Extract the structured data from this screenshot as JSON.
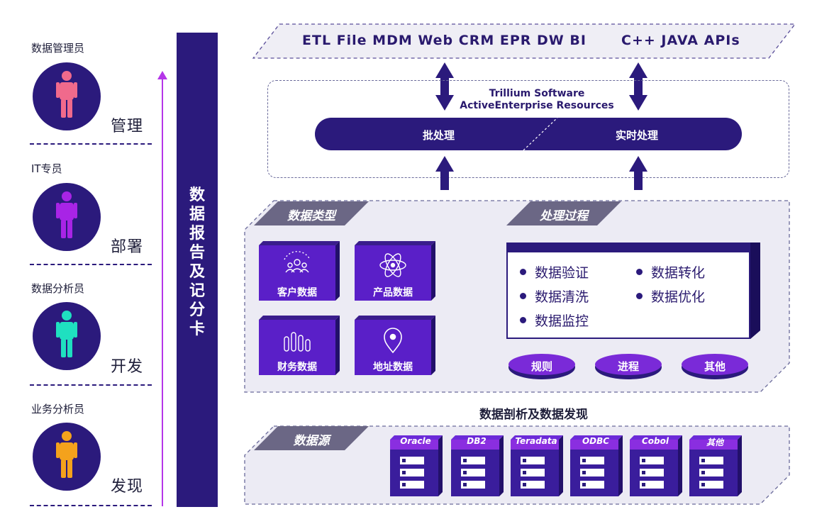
{
  "roles": [
    {
      "title": "数据管理员",
      "action": "管理",
      "color": "#f06a8c"
    },
    {
      "title": "IT专员",
      "action": "部署",
      "color": "#a824e6"
    },
    {
      "title": "数据分析员",
      "action": "开发",
      "color": "#1fe0c0"
    },
    {
      "title": "业务分析员",
      "action": "发现",
      "color": "#f4a21c"
    }
  ],
  "vertical_bar": {
    "label": "数据报告及记分卡"
  },
  "top_band": {
    "left_text": "ETL  File  MDM  Web  CRM  EPR  DW  BI",
    "right_text": "C++  JAVA  APIs"
  },
  "trillium": {
    "line1": "Trillium Software",
    "line2": "ActiveEnterprise Resources"
  },
  "pill": {
    "left": "批处理",
    "right": "实时处理"
  },
  "data_types": {
    "tag": "数据类型",
    "items": [
      {
        "label": "客户数据",
        "icon": "people-icon"
      },
      {
        "label": "产品数据",
        "icon": "atom-icon"
      },
      {
        "label": "财务数据",
        "icon": "bar-chart-icon"
      },
      {
        "label": "地址数据",
        "icon": "location-pin-icon"
      }
    ]
  },
  "process": {
    "tag": "处理过程",
    "items": [
      "数据验证",
      "数据转化",
      "数据清洗",
      "数据优化",
      "数据监控"
    ],
    "buttons": [
      "规则",
      "进程",
      "其他"
    ]
  },
  "caption": "数据剖析及数据发现",
  "sources": {
    "tag": "数据源",
    "items": [
      "Oracle",
      "DB2",
      "Teradata",
      "ODBC",
      "Cobol",
      "其他"
    ]
  },
  "colors": {
    "primary": "#2b1a7c",
    "accent": "#b436e8",
    "panel": "#ecebf4",
    "tag": "#6b6785"
  }
}
